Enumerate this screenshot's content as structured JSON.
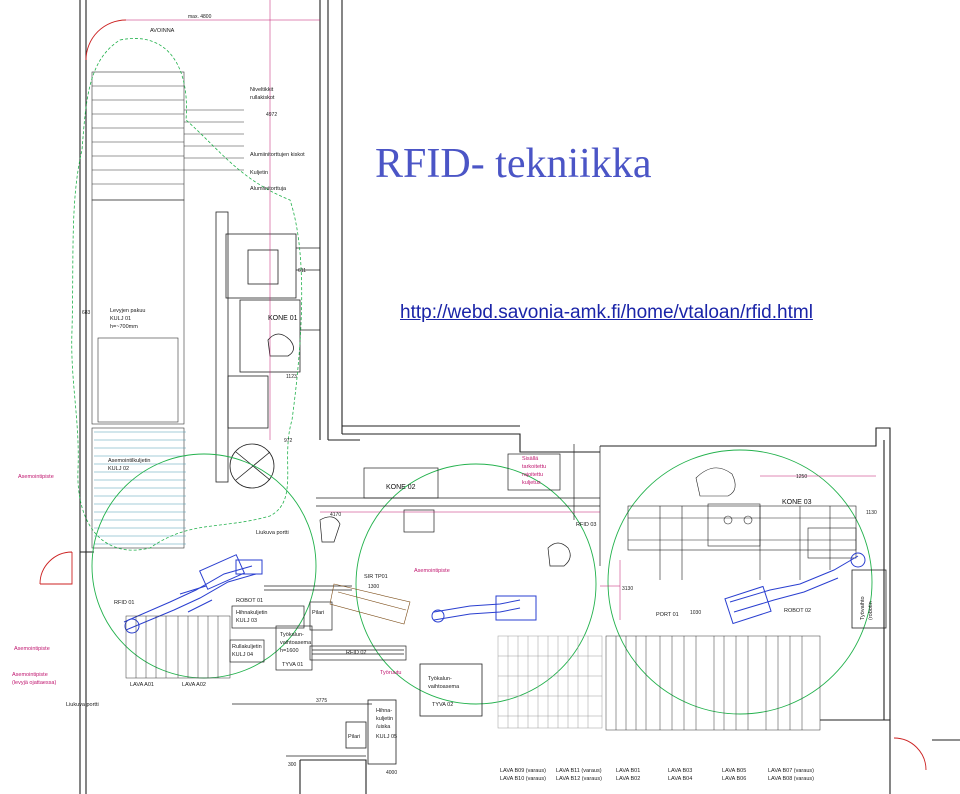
{
  "slide": {
    "title": "RFID- tekniikka",
    "link": "http://webd.savonia-amk.fi/home/vtaloan/rfid.html"
  },
  "colors": {
    "title": "#4b55c6",
    "link": "#1a24a8",
    "walls": "#222222",
    "robot": "#2a3fd0",
    "rfid_zone": "#22b14c",
    "reach_zone": "#3aa0ff",
    "annotation": "#c0166f",
    "door": "#cc2222"
  },
  "plan": {
    "top": {
      "avoinna": "AVOINNA",
      "max": "max. 4800",
      "niveltikit": "Niveltikkit",
      "rullakiskot": "rullakiskot",
      "d4972": "4972"
    },
    "upper": {
      "alu_kiskot": "Alumiinitorttujen kiskot",
      "kuljetin": "Kuljetin",
      "alu_torttuja": "Alumiinitorttuja",
      "levy1": "Levyjen pakuu",
      "levy2": "KULJ 01",
      "levy3": "h=~700mm",
      "kone01": "KONE 01",
      "d611": "611",
      "d1123": "1123",
      "d972": "972",
      "d4170": "4170",
      "d683": "683",
      "asemointilkulj": "Asemointilkuljetin",
      "kulj02": "KULJ 02",
      "liukuva": "Liukuva portti"
    },
    "left": {
      "asemointipiste": "Asemointipiste",
      "asemointipiste2": "Asemointipiste",
      "levyja": "(levyjä ojattaessa)",
      "rfid01": "RFID 01",
      "robot01": "ROBOT 01",
      "hihnakulj": "Hihnakuljetin",
      "kulj03": "KULJ 03",
      "rullakulj": "Rullakuljetin",
      "kulj04": "KULJ 04",
      "tyokalun1": "Työkalun-",
      "tyokalun2": "vaihtoasema",
      "tyokalun3": "h=1600",
      "tyva01": "TYVA 01",
      "lava_a01": "LAVA A01",
      "lava_a02": "LAVA A02",
      "liukuva2": "Liukuva portti",
      "pilari": "Pilari"
    },
    "middle": {
      "kone02": "KONE 02",
      "sirtp": "SIR TP01",
      "d1300": "1300",
      "asemointipiste3": "Asemointipiste",
      "rfid02": "RFID 02",
      "tyoruutu": "Työruutu",
      "tyokalun1": "Työkalun-",
      "tyokalun2": "vaihtoasema",
      "tyva02": "TYVA 02",
      "hihna1": "Hihna-",
      "hihna2": "kuljetin",
      "hihna3": "/uiska",
      "kulj05": "KULJ 05",
      "pilari": "Pilari",
      "d3775": "3775",
      "d4000": "4000",
      "d300": "300",
      "sisalla1": "Sisällä",
      "sisalla2": "tarkoitettu",
      "sisalla3": "rajoitettu",
      "sisalla4": "kuljetus",
      "rfid03": "RFID 03",
      "d3130": "3130",
      "d1030": "1030",
      "port01": "PORT 01"
    },
    "right": {
      "kone03": "KONE 03",
      "robot02": "ROBOT 02",
      "d1250": "1250",
      "d1130": "1130",
      "tyva03a": "Työvaihto",
      "tyva03b": "(robotin",
      "legend": [
        [
          "LAVA B09 (varaus)",
          "LAVA B11 (varaus)",
          "LAVA B01",
          "LAVA B03",
          "LAVA B05",
          "LAVA B07 (varaus)"
        ],
        [
          "LAVA B10 (varaus)",
          "LAVA B12 (varaus)",
          "LAVA B02",
          "LAVA B04",
          "LAVA B06",
          "LAVA B08 (varaus)"
        ]
      ]
    }
  }
}
